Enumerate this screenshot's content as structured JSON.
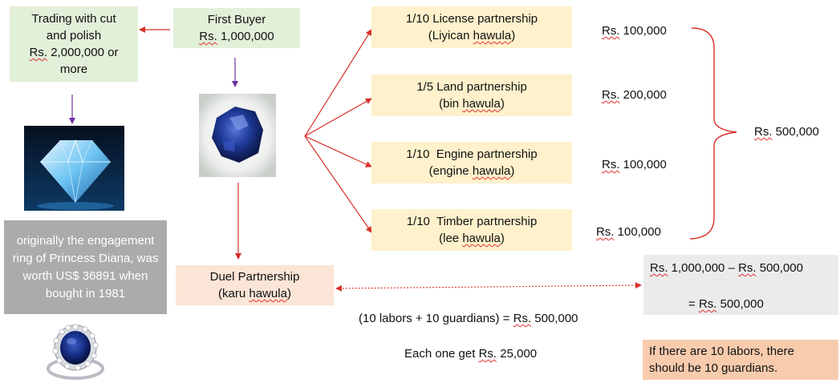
{
  "trading_box": {
    "lines": [
      "Trading with cut",
      "and polish",
      "Rs. 2,000,000 or",
      "more"
    ]
  },
  "first_buyer_box": {
    "line1": "First Buyer",
    "line2_prefix": "Rs.",
    "line2_rest": " 1,000,000"
  },
  "partnerships": [
    {
      "title": "1/10 License partnership",
      "sub_pre": "(Liyican ",
      "sub_u": "hawula",
      "sub_post": ")",
      "amount_prefix": "Rs.",
      "amount": " 100,000"
    },
    {
      "title": "1/5 Land partnership",
      "sub_pre": "(bin ",
      "sub_u": "hawula",
      "sub_post": ")",
      "amount_prefix": "Rs.",
      "amount": " 200,000"
    },
    {
      "title": "1/10  Engine partnership",
      "sub_pre": "(engine ",
      "sub_u": "hawula",
      "sub_post": ")",
      "amount_prefix": "Rs.",
      "amount": " 100,000"
    },
    {
      "title": "1/10  Timber partnership",
      "sub_pre": "(lee ",
      "sub_u": "hawula",
      "sub_post": ")",
      "amount_prefix": "Rs.",
      "amount": " 100,000"
    }
  ],
  "total_share": {
    "prefix": "Rs.",
    "amount": " 500,000"
  },
  "diana_note": "originally the engagement ring of Princess Diana, was worth US$ 36891 when bought in 1981",
  "duel_box": {
    "line1": "Duel Partnership",
    "line2_pre": "(karu ",
    "line2_u": "hawula",
    "line2_post": ")"
  },
  "calc_box": {
    "line1_a": "Rs.",
    "line1_b": " 1,000,000 – ",
    "line1_c": "Rs.",
    "line1_d": " 500,000",
    "line2_a": "= ",
    "line2_b": "Rs.",
    "line2_c": " 500,000"
  },
  "labors_equation": {
    "pre": "(10 labors + 10 guardians) = ",
    "prefix": "Rs.",
    "amount": " 500,000"
  },
  "each_one": {
    "pre": "Each one get ",
    "prefix": "Rs.",
    "amount": " 25,000"
  },
  "note_box": {
    "text": "If there are 10 labors, there should be 10 guardians."
  },
  "icons": [
    "blue-sapphire-rough-icon",
    "cut-diamond-icon",
    "sapphire-ring-icon"
  ],
  "colors": {
    "arrow_red": "#d9302a",
    "arrow_purple": "#7030a0",
    "brace_red": "#d9302a"
  }
}
